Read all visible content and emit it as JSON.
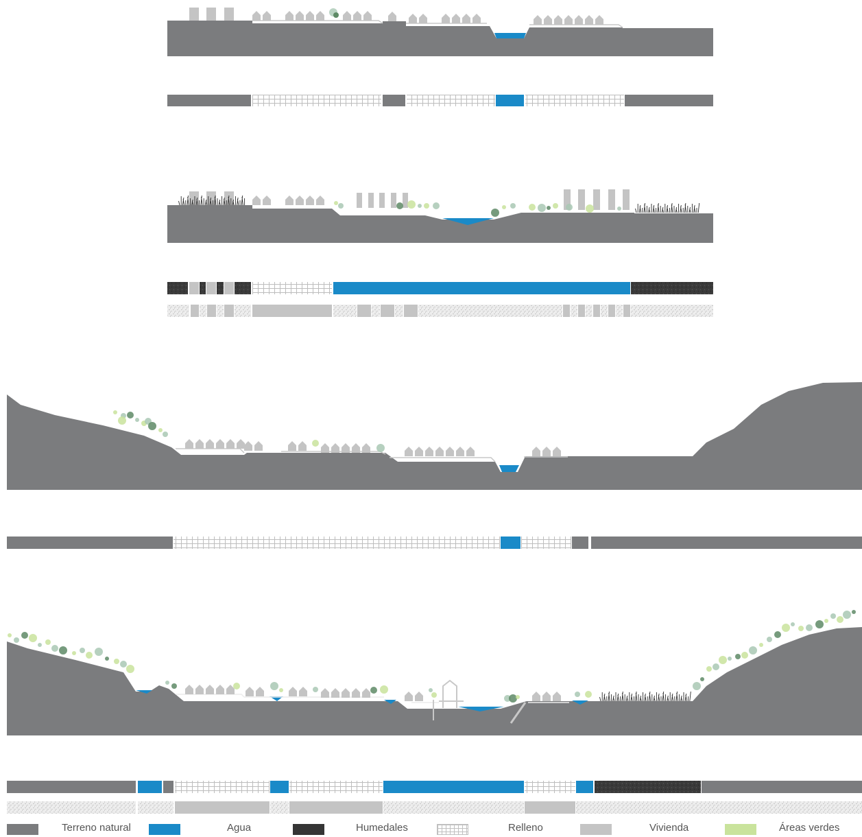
{
  "colors": {
    "terreno": "#7b7c7e",
    "agua": "#1a8ac8",
    "humedales": "#353535",
    "relleno_line": "#c8c8c8",
    "vivienda": "#c4c4c4",
    "areas_verdes_light": "#c9e39c",
    "areas_verdes_mid": "#a9c8b4",
    "areas_verdes_dark": "#5e8a66"
  },
  "legend": [
    {
      "key": "terreno",
      "label": "Terreno natural",
      "icon": "solid-grey-swatch"
    },
    {
      "key": "agua",
      "label": "Agua",
      "icon": "solid-blue-swatch"
    },
    {
      "key": "humedales",
      "label": "Humedales",
      "icon": "dark-texture-swatch"
    },
    {
      "key": "relleno",
      "label": "Relleno",
      "icon": "grid-hatch-swatch"
    },
    {
      "key": "vivienda",
      "label": "Vivienda",
      "icon": "light-grey-swatch"
    },
    {
      "key": "areas_verdes",
      "label": "Áreas verdes",
      "icon": "light-green-swatch"
    }
  ]
}
